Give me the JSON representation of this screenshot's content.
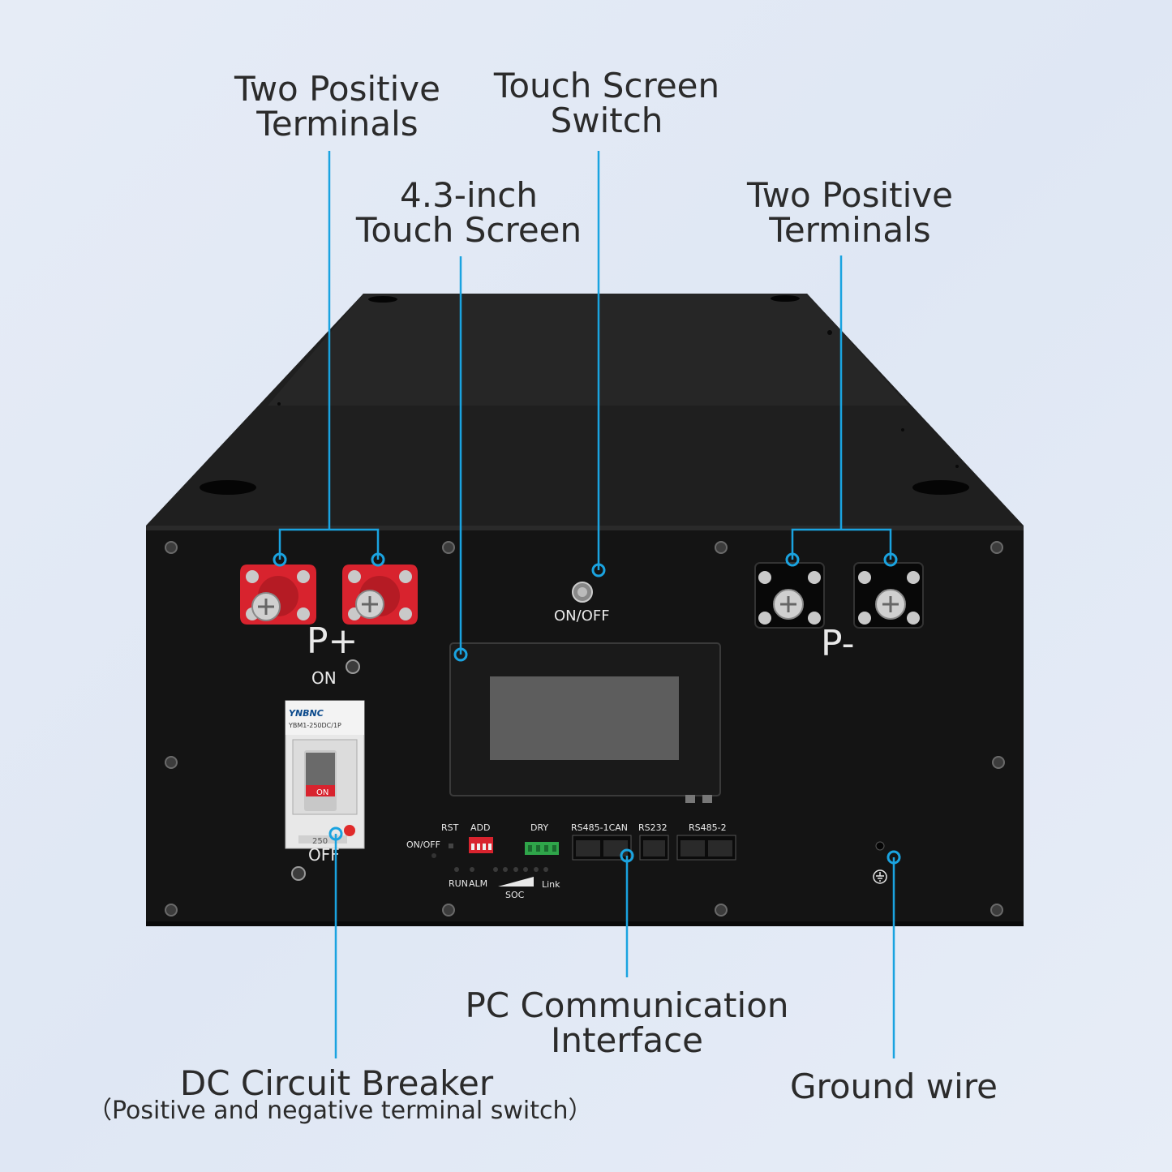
{
  "callouts": {
    "pos_left": {
      "line1": "Two Positive",
      "line2": "Terminals"
    },
    "switch": {
      "line1": "Touch Screen",
      "line2": "Switch"
    },
    "screen": {
      "line1": "4.3-inch",
      "line2": "Touch Screen"
    },
    "pos_right": {
      "line1": "Two Positive",
      "line2": "Terminals"
    },
    "pc": {
      "line1": "PC Communication",
      "line2": "Interface"
    },
    "breaker": {
      "line1": "DC Circuit Breaker",
      "line2": "（Positive and negative terminal switch）"
    },
    "ground": {
      "line1": "Ground wire"
    }
  },
  "panel": {
    "p_plus": "P+",
    "p_minus": "P-",
    "on_off": "ON/OFF",
    "on": "ON",
    "off": "OFF",
    "breaker_brand": "YNBNC",
    "breaker_model": "YBM1-250DC/1P",
    "breaker_on": "ON",
    "breaker_rating": "250",
    "rst": "RST",
    "add": "ADD",
    "dry": "DRY",
    "rs485_1can": "RS485-1CAN",
    "rs232": "RS232",
    "rs485_2": "RS485-2",
    "small_onoff": "ON/OFF",
    "run": "RUN",
    "alm": "ALM",
    "soc": "SOC",
    "link": "Link"
  },
  "colors": {
    "callout_line": "#1aa3e0",
    "terminal_red": "#d8232e",
    "panel_black": "#141414"
  }
}
